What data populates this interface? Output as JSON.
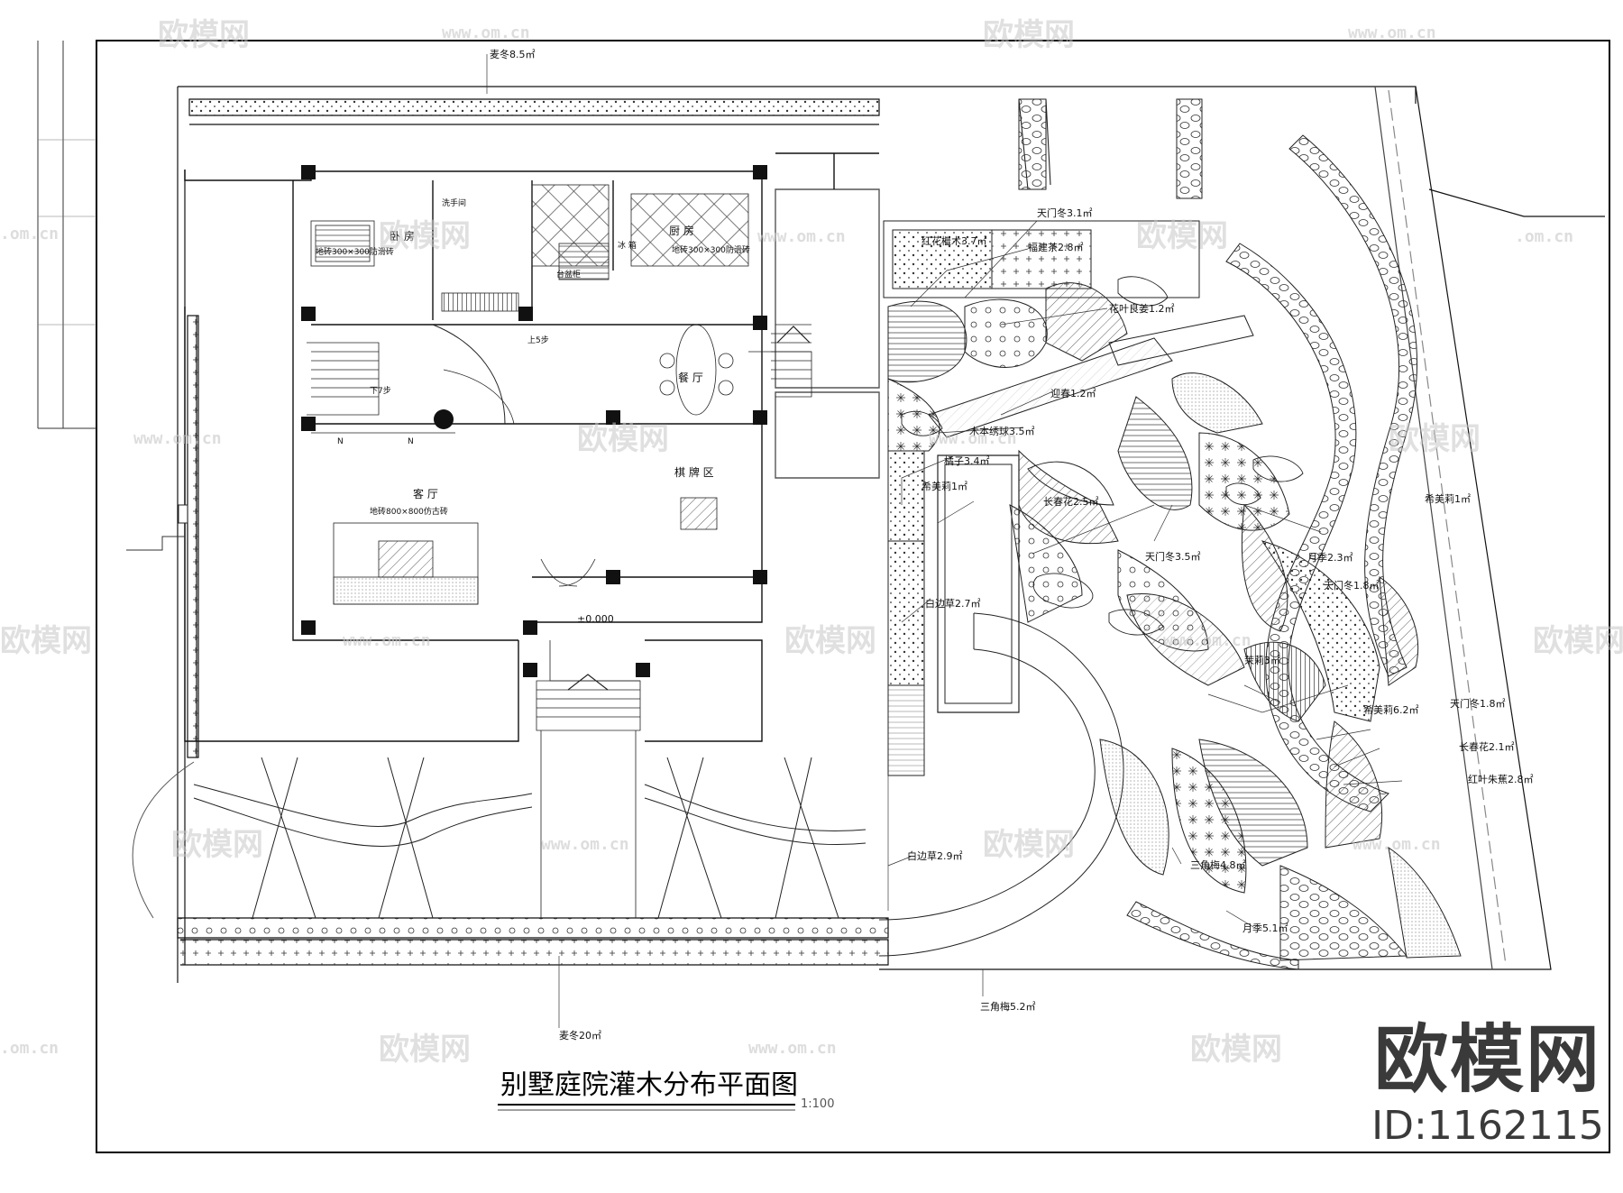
{
  "drawing": {
    "title": "别墅庭院灌木分布平面图",
    "scale": "1:100",
    "elevation": "±0.000"
  },
  "rooms": {
    "bedroom": "卧 房",
    "kitchen": "厨 房",
    "dining": "餐 厅",
    "living": "客 厅",
    "chess": "棋 牌 区",
    "fridge": "冰 箱",
    "down": "下7步",
    "stairs_up": "上5步",
    "wash": "洗手间",
    "note_a": "地砖300×300防滑砖",
    "note_b": "台盆柜",
    "note_c": "地砖800×800仿古砖",
    "note_d": "地砖300×300防滑砖",
    "n1": "N",
    "n2": "N"
  },
  "plants": {
    "p_maidong_top": "麦冬8.5㎡",
    "p_maidong_bottom": "麦冬20㎡",
    "p_tianmendong_1": "天门冬3.1㎡",
    "p_honghua": "红花檵木3.7㎡",
    "p_fujiancha": "福建茶2.8㎡",
    "p_huaye": "花叶良姜1.2㎡",
    "p_yingchun": "迎春1.2㎡",
    "p_mubenxiu": "木本绣球3.5㎡",
    "p_juzi": "橘子3.4㎡",
    "p_ximeili_1": "希美莉1㎡",
    "p_changchun_1": "长春花2.5㎡",
    "p_tianmendong_2": "天门冬3.5㎡",
    "p_yueji_1": "月季2.3㎡",
    "p_tianmendong_3": "天门冬1.8㎡",
    "p_baibian_1": "白边草2.7㎡",
    "p_molihua": "茉莉3㎡",
    "p_ximeili_2": "希美莉6.2㎡",
    "p_ximeili_3": "希美莉1㎡",
    "p_tianmendong_4": "天门冬1.8㎡",
    "p_changchun_2": "长春花2.1㎡",
    "p_hongye": "红叶朱蕉2.8㎡",
    "p_baibian_2": "白边草2.9㎡",
    "p_sanjiaomei_1": "三角梅4.8㎡",
    "p_yueji_2": "月季5.1㎡",
    "p_sanjiaomei_2": "三角梅5.2㎡"
  },
  "watermark": {
    "text": "欧模网",
    "url": "www.om.cn",
    "url_short": ".om.cn"
  },
  "brand": {
    "name": "欧模网",
    "id": "ID:1162115"
  },
  "colors": {
    "line": "#111111",
    "watermark": "#c8c8c8",
    "brand": "#3a3a3a"
  }
}
